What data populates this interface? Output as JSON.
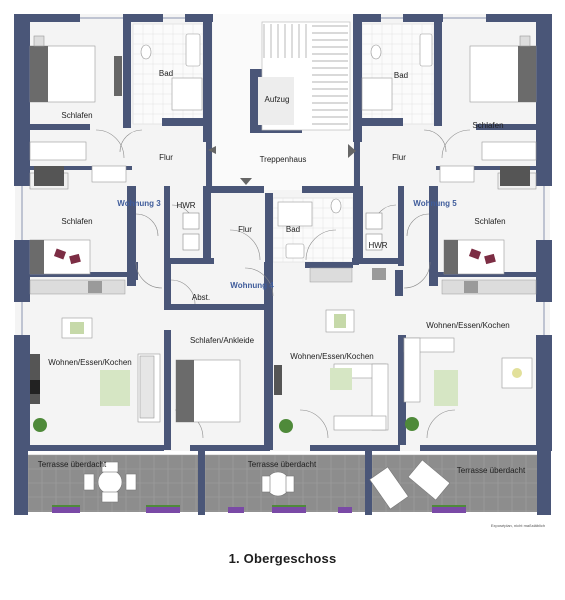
{
  "caption": "1. Obergeschoss",
  "note": "Exposéplan, nicht maßstäblich",
  "rooms": {
    "bad_left": "Bad",
    "bad_right": "Bad",
    "bad_center": "Bad",
    "schlafen_tl": "Schlafen",
    "schlafen_tr": "Schlafen",
    "schlafen_ml": "Schlafen",
    "schlafen_mr": "Schlafen",
    "flur_left": "Flur",
    "flur_right": "Flur",
    "flur_center": "Flur",
    "aufzug": "Aufzug",
    "treppenhaus": "Treppenhaus",
    "hwr_left": "HWR",
    "hwr_right": "HWR",
    "abst": "Abst.",
    "schlafen_ankleide": "Schlafen/Ankleide",
    "wek_left": "Wohnen/Essen/Kochen",
    "wek_center": "Wohnen/Essen/Kochen",
    "wek_right": "Wohnen/Essen/Kochen",
    "terrasse_left": "Terrasse überdacht",
    "terrasse_center": "Terrasse überdacht",
    "terrasse_right": "Terrasse überdacht"
  },
  "units": {
    "w3": "Wohnung 3",
    "w4": "Wohnung 4",
    "w5": "Wohnung 5"
  },
  "colors": {
    "wall": "#4a5678",
    "floor": "#f3f3f3",
    "terrace": "#8a8a8a",
    "unit_label": "#3f5c9b",
    "plant": "#4f8a3a",
    "flower": "#7a4aa6"
  }
}
